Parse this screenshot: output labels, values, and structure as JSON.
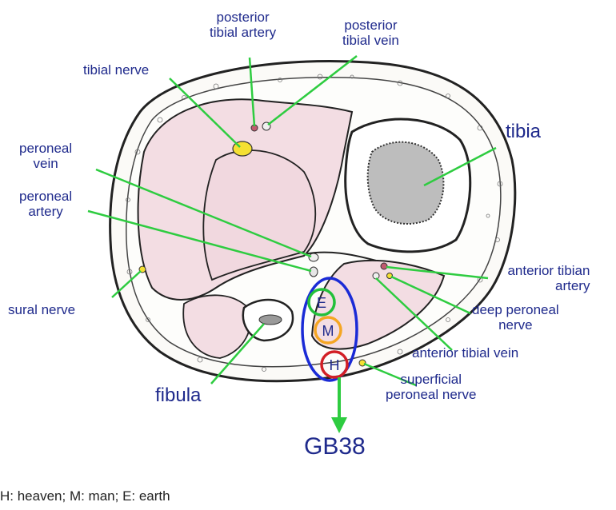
{
  "labels": {
    "posterior_tibial_artery": [
      "posterior",
      "tibial artery"
    ],
    "posterior_tibial_vein": [
      "posterior",
      "tibial vein"
    ],
    "tibial_nerve": "tibial nerve",
    "tibia": "tibia",
    "peroneal_vein": [
      "peroneal",
      "vein"
    ],
    "peroneal_artery": [
      "peroneal",
      "artery"
    ],
    "anterior_tibian_artery": [
      "anterior tibian",
      "artery"
    ],
    "deep_peroneal_nerve": [
      "deep peroneal",
      "nerve"
    ],
    "sural_nerve": "sural nerve",
    "anterior_tibial_vein": "anterior tibial vein",
    "superficial_peroneal_nerve": [
      "superficial",
      "peroneal nerve"
    ],
    "fibula": "fibula",
    "gb38": "GB38"
  },
  "points": {
    "E": "E",
    "M": "M",
    "H": "H"
  },
  "caption": "H: heaven; M: man; E: earth",
  "colors": {
    "label_text": "#1f2a8c",
    "pointer": "#2ecc40",
    "tissue": "#f3dde3",
    "point_E": "#22c03a",
    "point_M": "#f5a623",
    "point_H": "#d21f26",
    "outline_ellipse": "#1a2bd6"
  }
}
